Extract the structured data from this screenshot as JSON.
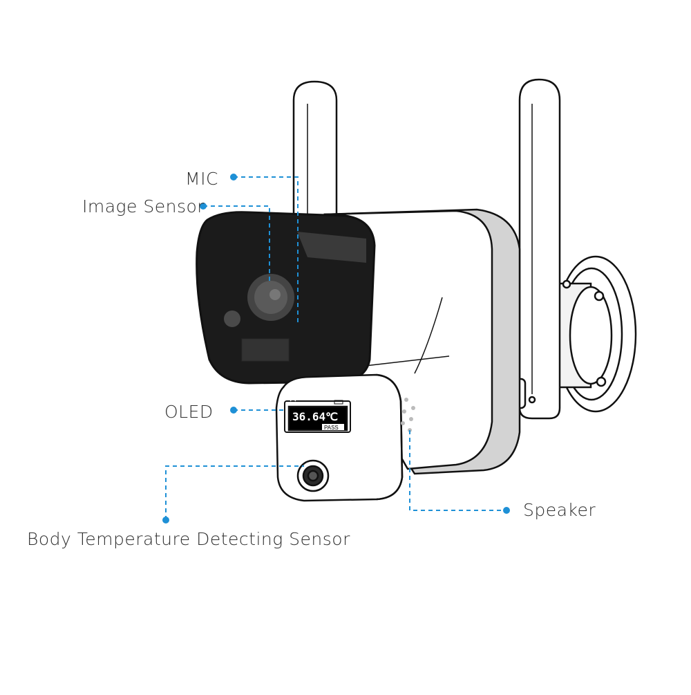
{
  "callouts": {
    "mic": "MIC",
    "image_sensor": "Image Sensor",
    "oled": "OLED",
    "speaker": "Speaker",
    "body_sensor": "Body Temperature Detecting Sensor"
  },
  "oled_screen": {
    "temperature": "36.64℃",
    "status": "PASS"
  },
  "colors": {
    "callout_blue": "#1e90d6",
    "lens_black": "#1a1a1a",
    "outline": "#111111",
    "side_gray": "#cfcfcf"
  },
  "icons": [
    "wifi-signal-icon",
    "battery-icon"
  ]
}
